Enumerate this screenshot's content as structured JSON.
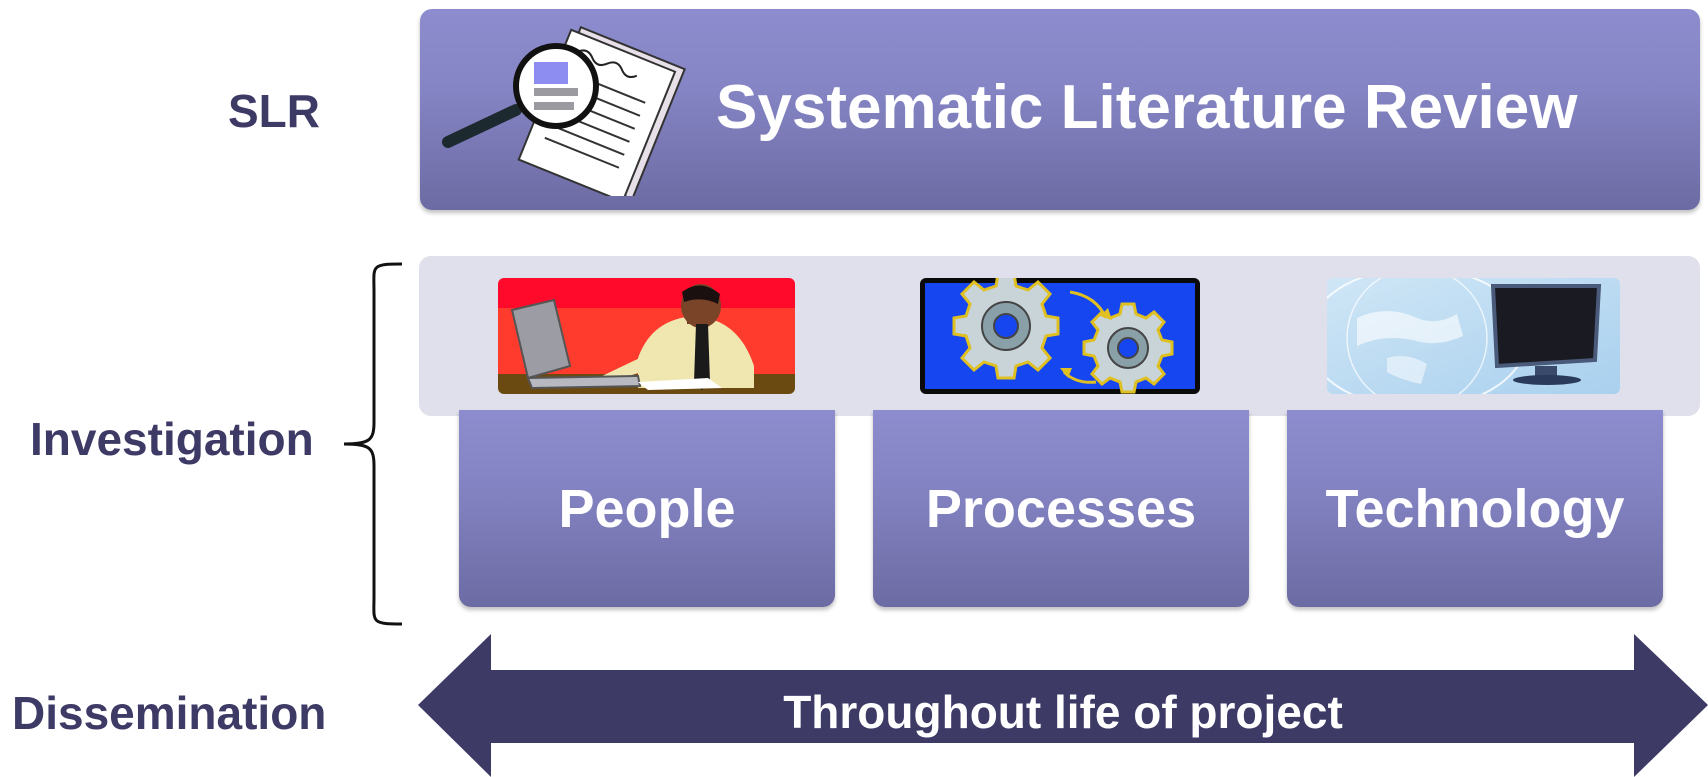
{
  "rows": {
    "slr": {
      "side_label": "SLR",
      "title": "Systematic Literature Review",
      "icon": "document-magnifier-icon"
    },
    "investigation": {
      "side_label": "Investigation",
      "pillars": [
        {
          "label": "People",
          "image": "person-at-laptop-illustration"
        },
        {
          "label": "Processes",
          "image": "gears-illustration"
        },
        {
          "label": "Technology",
          "image": "globe-monitor-illustration"
        }
      ]
    },
    "dissemination": {
      "side_label": "Dissemination",
      "arrow_text": "Throughout life of project"
    }
  },
  "colors": {
    "label_text": "#3d3a66",
    "box_top": "#8d8cce",
    "box_bottom": "#6c6ba3",
    "band": "#e0e0ec",
    "arrow": "#3d3a66"
  }
}
